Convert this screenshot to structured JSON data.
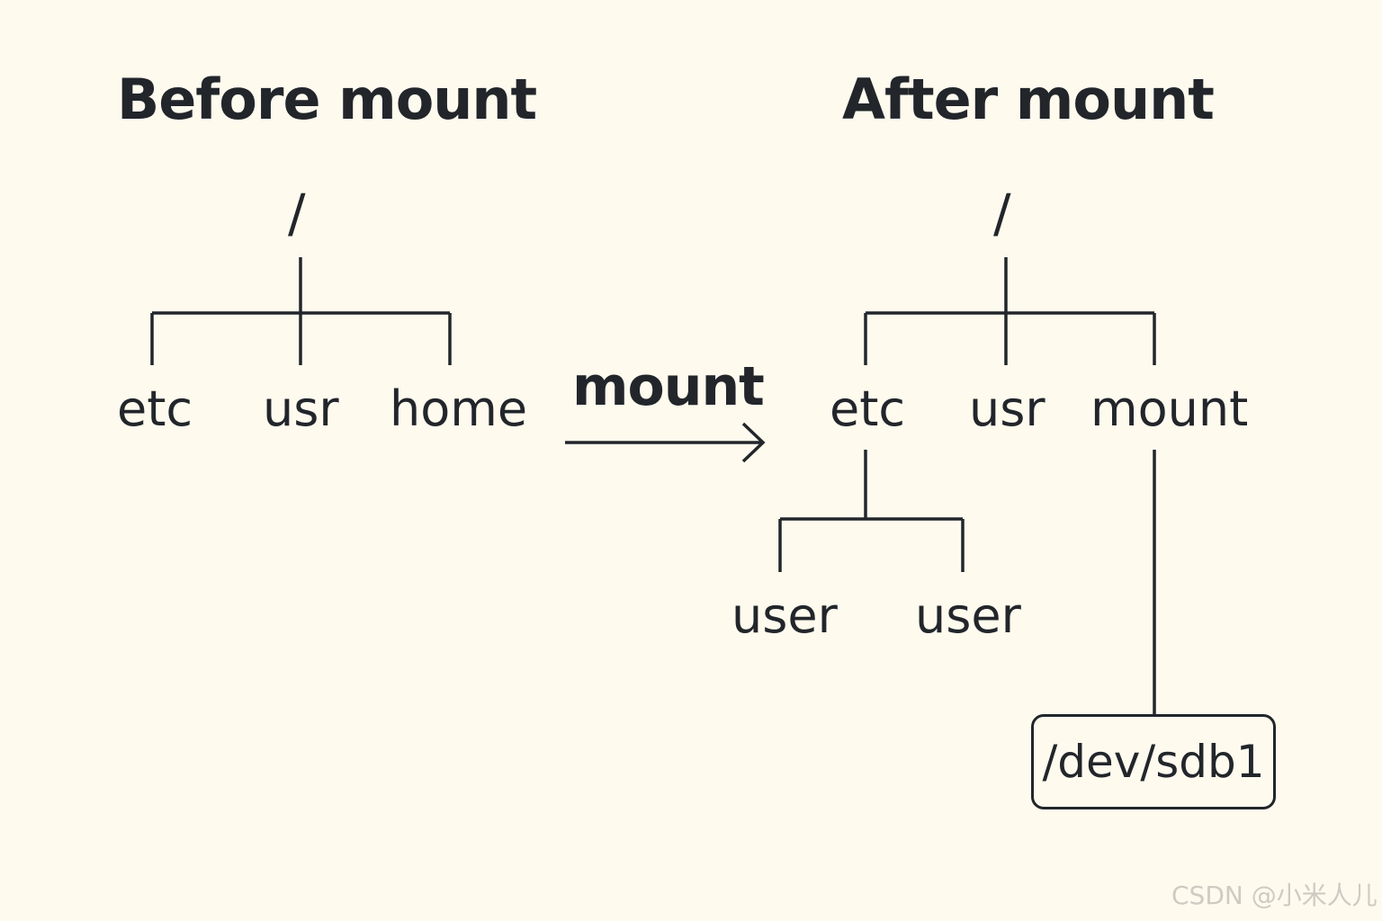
{
  "before": {
    "title": "Before mount",
    "root": "/",
    "children": [
      "etc",
      "usr",
      "home"
    ]
  },
  "arrow": {
    "label": "mount"
  },
  "after": {
    "title": "After mount",
    "root": "/",
    "children": [
      "etc",
      "usr",
      "mount"
    ],
    "etc_children": [
      "user",
      "user"
    ],
    "device": "/dev/sdb1"
  },
  "watermark": "CSDN @小米人儿",
  "colors": {
    "background": "#fefaee",
    "ink": "#22262b",
    "watermark": "#cfcbc3"
  }
}
